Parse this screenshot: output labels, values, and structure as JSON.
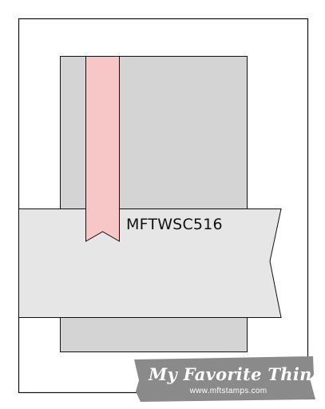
{
  "sketch": {
    "code": "MFTWSC516",
    "colors": {
      "card_background": "#ffffff",
      "card_border": "#111111",
      "mat_panel": "#d4d4d4",
      "banner": "#e6e6e6",
      "ribbon": "#f7c6c7",
      "logo_plate": "#8a8a8a",
      "logo_text": "#ffffff"
    }
  },
  "logo": {
    "name": "My Favorite Things",
    "url": "www.mftstamps.com"
  }
}
